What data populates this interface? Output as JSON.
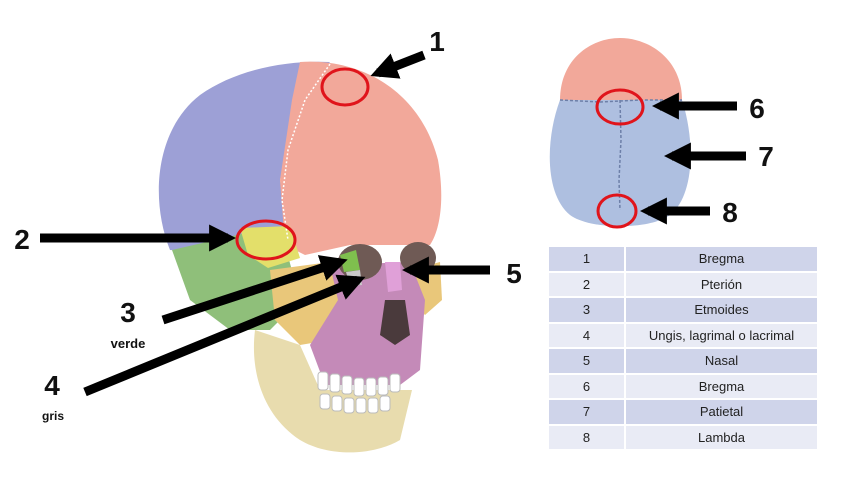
{
  "markers": [
    {
      "number": "1"
    },
    {
      "number": "2"
    },
    {
      "number": "3",
      "note": "verde"
    },
    {
      "number": "4",
      "note": "gris"
    },
    {
      "number": "5"
    },
    {
      "number": "6"
    },
    {
      "number": "7"
    },
    {
      "number": "8"
    }
  ],
  "legend": [
    {
      "n": "1",
      "name": "Bregma"
    },
    {
      "n": "2",
      "name": "Pterión"
    },
    {
      "n": "3",
      "name": "Etmoides"
    },
    {
      "n": "4",
      "name": "Ungis, lagrimal o lacrimal"
    },
    {
      "n": "5",
      "name": "Nasal"
    },
    {
      "n": "6",
      "name": "Bregma"
    },
    {
      "n": "7",
      "name": "Patietal"
    },
    {
      "n": "8",
      "name": "Lambda"
    }
  ],
  "colors": {
    "frontal": "#f2a89a",
    "parietal": "#9da0d6",
    "temporal": "#8fbf7a",
    "maxilla": "#c48ab8",
    "zygomatic": "#e9c77a",
    "mandible": "#e8dcae",
    "sphenoid": "#e3df6a",
    "circle": "#e0141b",
    "arrow": "#000000"
  }
}
